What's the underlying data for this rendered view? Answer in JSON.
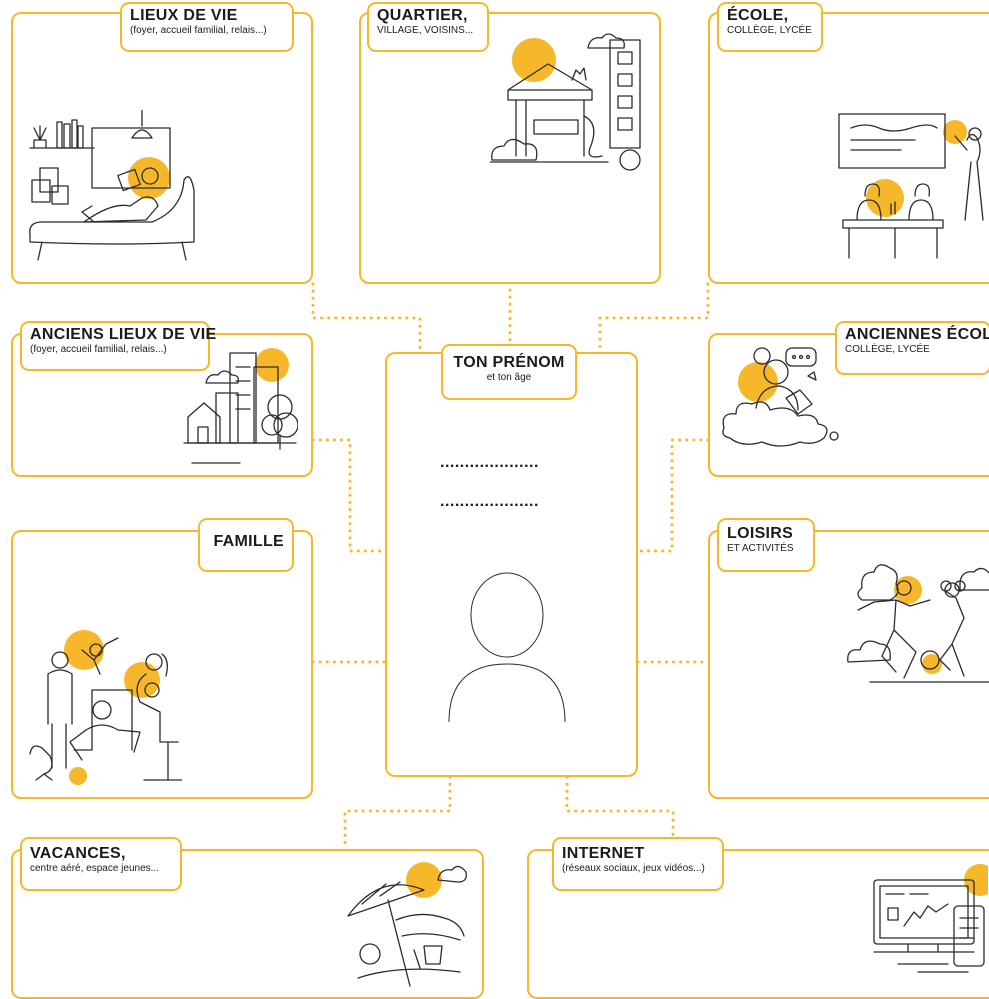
{
  "colors": {
    "accent": "#F6B72A",
    "line": "#2b2b2b"
  },
  "center": {
    "title": "TON PRÉNOM",
    "subtitle": "et ton âge",
    "dots1": "....................",
    "dots2": "...................."
  },
  "boxes": [
    {
      "title": "LIEUX DE VIE",
      "subtitle": "(foyer, accueil familial, relais...)"
    },
    {
      "title": "QUARTIER,",
      "subtitle": "VILLAGE, VOISINS..."
    },
    {
      "title": "ÉCOLE,",
      "subtitle": "COLLÈGE, LYCÉE"
    },
    {
      "title": "ANCIENS LIEUX DE VIE",
      "subtitle": "(foyer, accueil familial, relais...)"
    },
    {
      "title": "ANCIENNES ÉCOLES",
      "subtitle": "COLLÈGE, LYCÉE"
    },
    {
      "title": "FAMILLE",
      "subtitle": ""
    },
    {
      "title": "LOISIRS",
      "subtitle": "ET ACTIVITÉS"
    },
    {
      "title": "VACANCES,",
      "subtitle": "centre aéré, espace jeunes..."
    },
    {
      "title": "INTERNET",
      "subtitle": "(réseaux sociaux, jeux vidéos...)"
    }
  ],
  "icons": [
    "reading-person-illustration",
    "playground-illustration",
    "classroom-illustration",
    "houses-illustration",
    "thinking-student-illustration",
    "family-illustration",
    "football-friends-illustration",
    "beach-illustration",
    "computer-phone-illustration",
    "person-silhouette-icon"
  ]
}
